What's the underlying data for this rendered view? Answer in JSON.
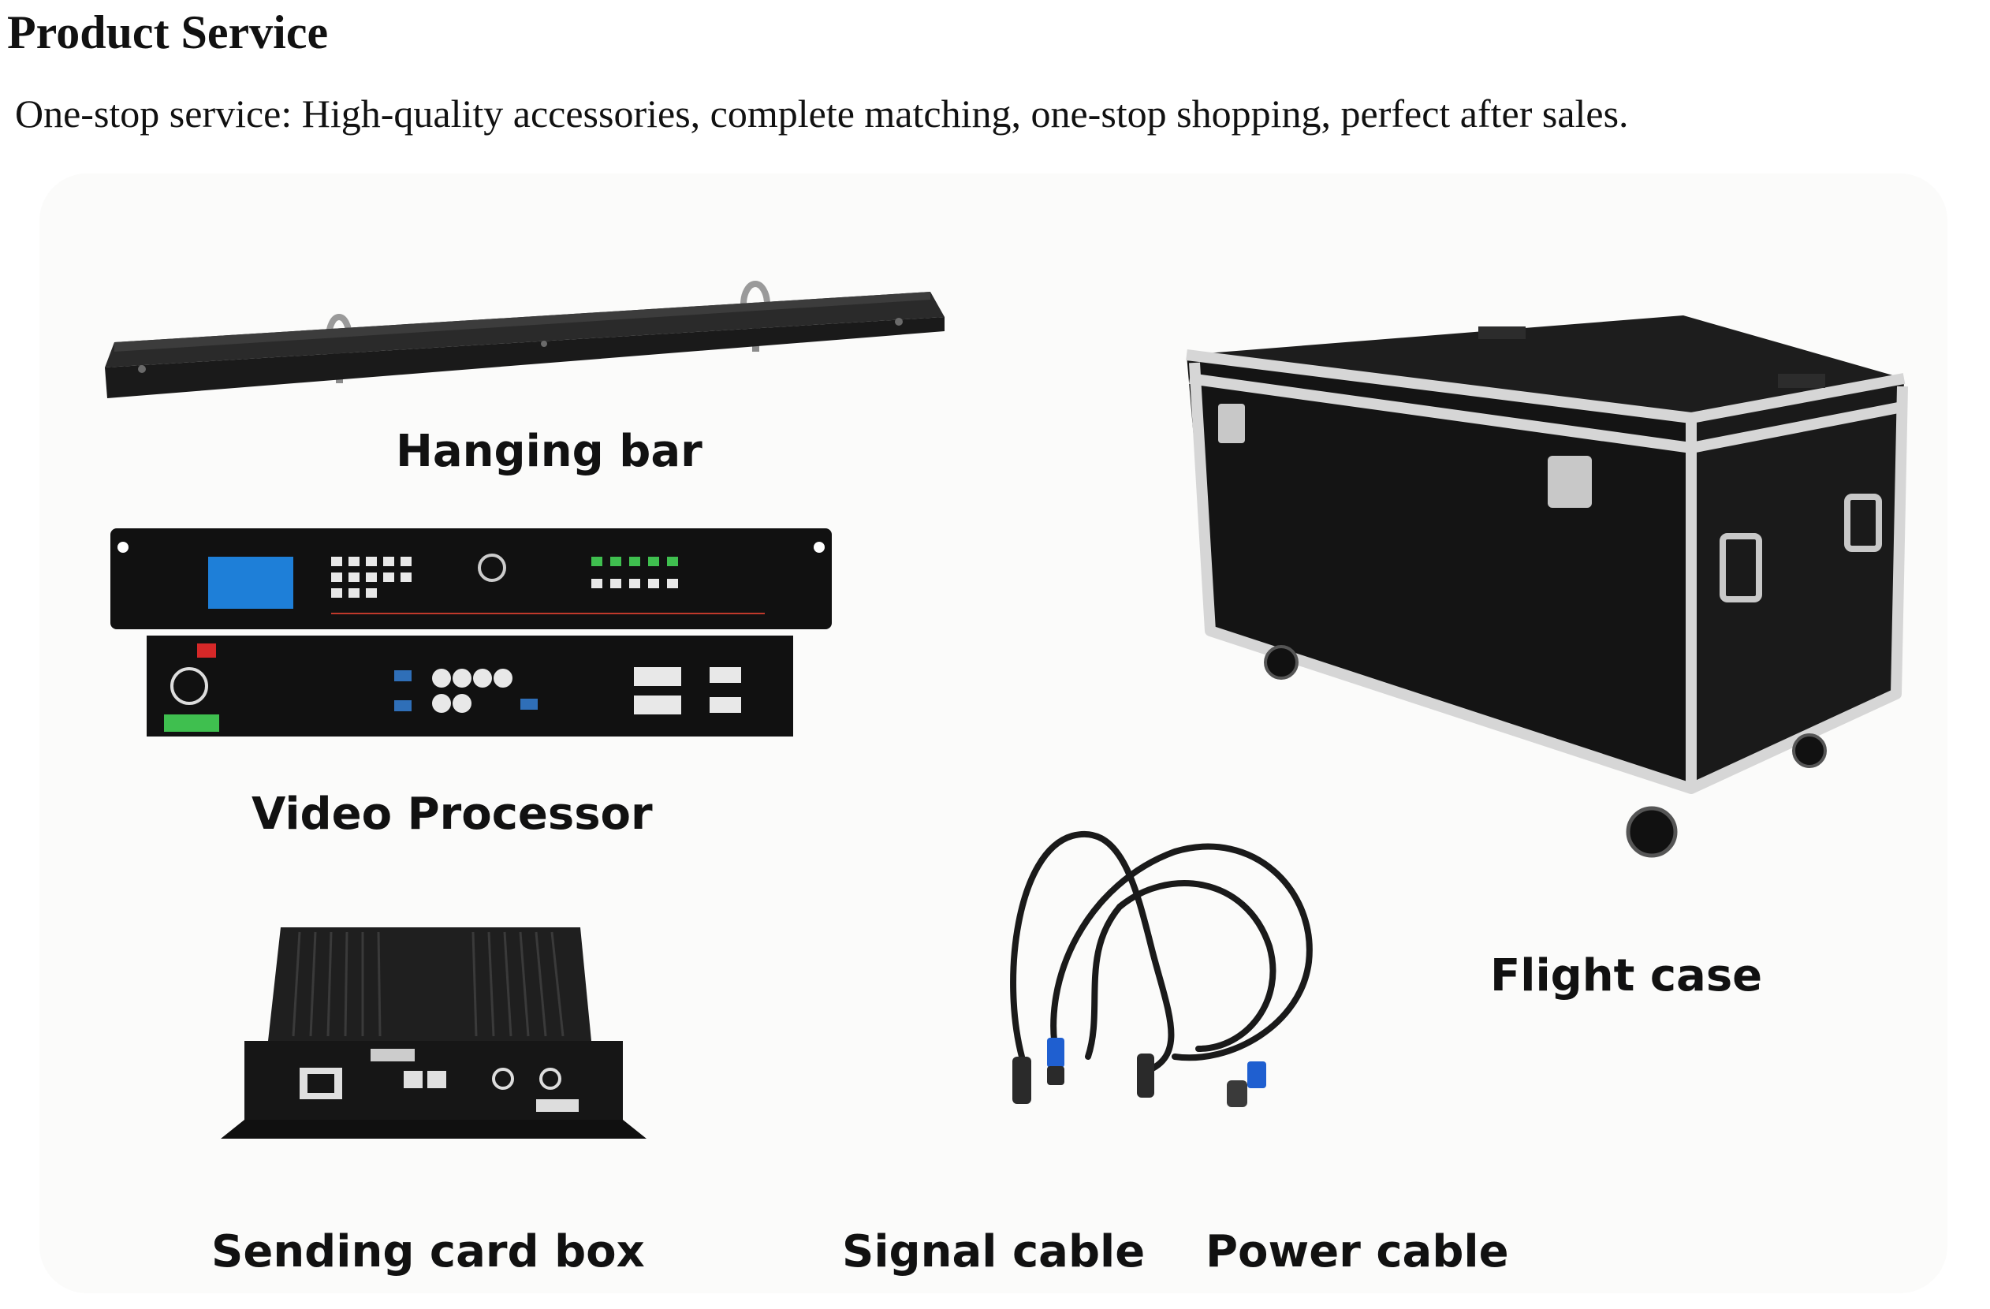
{
  "header": {
    "title": "Product Service",
    "subtitle": "One-stop service: High-quality accessories, complete matching, one-stop shopping, perfect after sales."
  },
  "products": {
    "hanging_bar": {
      "label": "Hanging bar",
      "icon": "hanging-bar-image"
    },
    "video_processor": {
      "label": "Video Processor",
      "icon": "video-processor-image",
      "screen_color": "#1e7fd8"
    },
    "sending_card_box": {
      "label": "Sending card box",
      "icon": "sending-card-box-image"
    },
    "signal_cable": {
      "label": "Signal cable",
      "icon": "signal-cable-image",
      "connector_color": "#1f5fd0"
    },
    "power_cable": {
      "label": "Power cable",
      "icon": "power-cable-image"
    },
    "flight_case": {
      "label": "Flight case",
      "icon": "flight-case-image"
    }
  }
}
